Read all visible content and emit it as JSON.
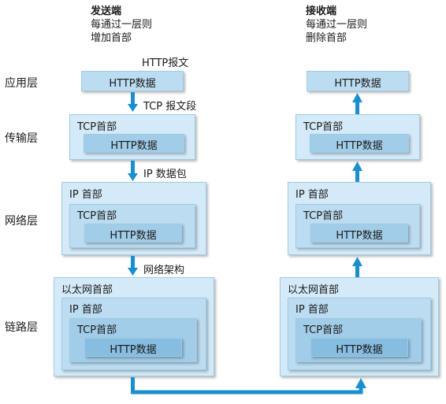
{
  "sender": {
    "title": "发送端",
    "line1": "每通过一层则",
    "line2": "增加首部"
  },
  "receiver": {
    "title": "接收端",
    "line1": "每通过一层则",
    "line2": "删除首部"
  },
  "layers": {
    "app": "应用层",
    "transport": "传输层",
    "network": "网络层",
    "link": "链路层"
  },
  "transitions": {
    "http_msg": "HTTP报文",
    "tcp_seg": "TCP 报文段",
    "ip_pkt": "IP 数据包",
    "net_frame": "网络架构"
  },
  "headers": {
    "http_data": "HTTP数据",
    "tcp_header": "TCP首部",
    "ip_header": "IP 首部",
    "eth_header": "以太网首部"
  },
  "colors": {
    "arrow": "#1a8fd0",
    "box_light": "#d4eaf8",
    "box_mid": "#bcdcf1",
    "box_dark": "#a2cde9",
    "box_darkest": "#86bde0"
  }
}
